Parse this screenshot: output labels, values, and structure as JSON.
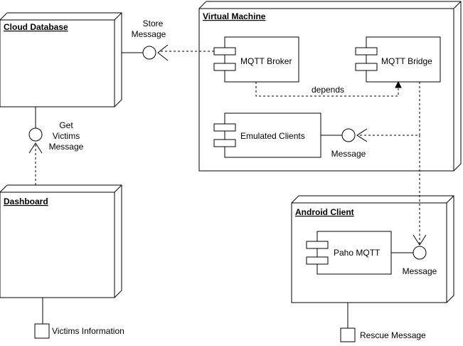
{
  "nodes": {
    "cloud_database": "Cloud Database",
    "virtual_machine": "Virtual Machine",
    "dashboard": "Dashboard",
    "android_client": "Android Client"
  },
  "components": {
    "mqtt_broker": "MQTT Broker",
    "mqtt_bridge": "MQTT Bridge",
    "emulated_clients": "Emulated Clients",
    "paho_mqtt": "Paho MQTT"
  },
  "interfaces": {
    "store_message": [
      "Store",
      "Message"
    ],
    "get_victims_message": [
      "Get",
      "Victims",
      "Message"
    ],
    "emulated_message": "Message",
    "paho_message": "Message"
  },
  "edges": {
    "depends": "depends"
  },
  "artifacts": {
    "victims_information": "Victims Information",
    "rescue_message": "Rescue Message"
  }
}
